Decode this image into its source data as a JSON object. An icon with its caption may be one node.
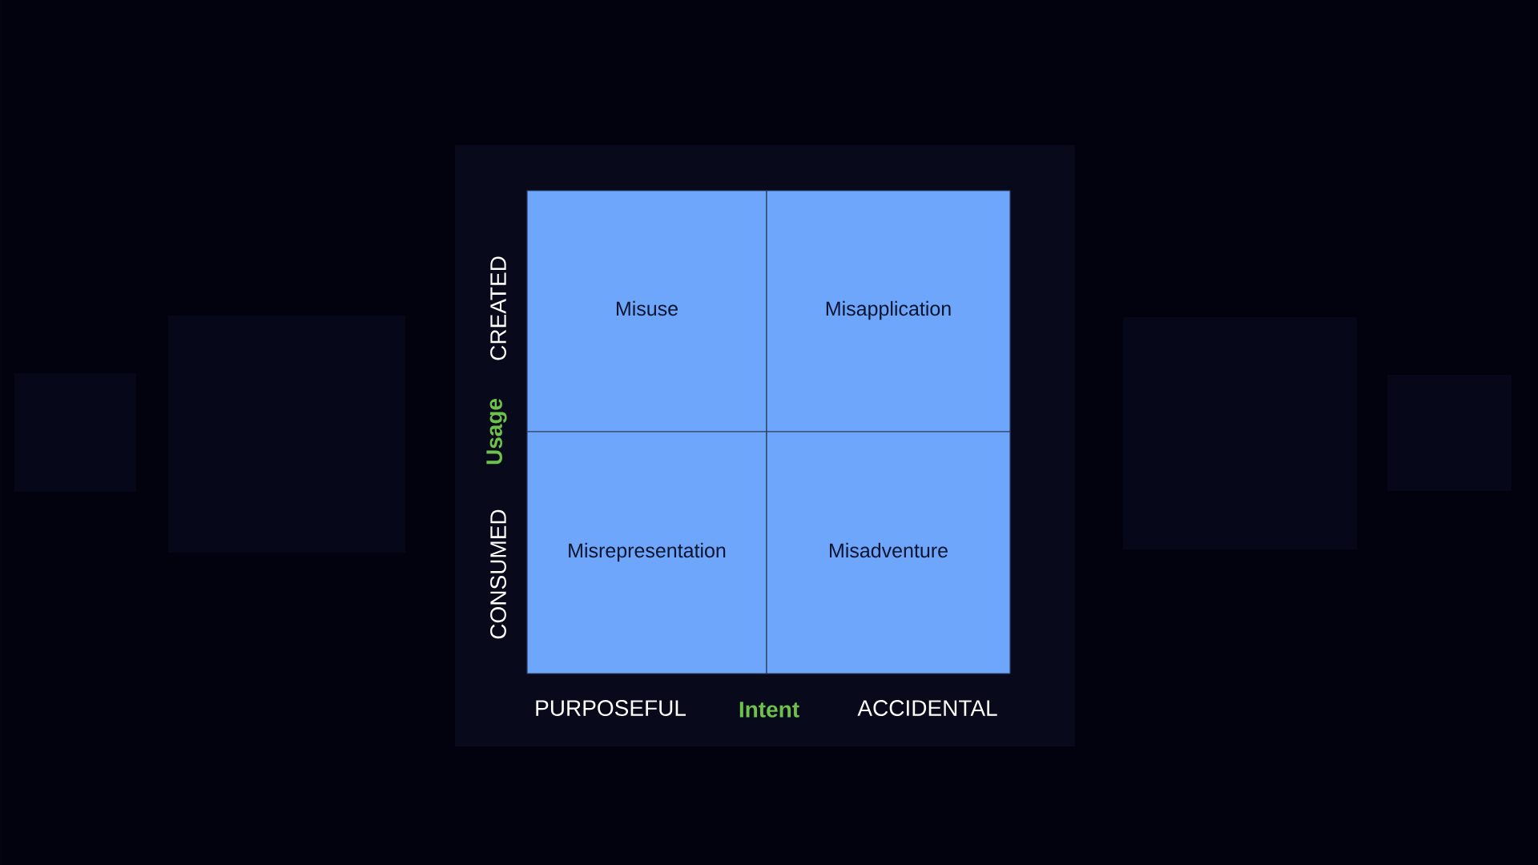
{
  "diagram": {
    "nodes": [
      {
        "text": [
          "Misuse"
        ]
      },
      {
        "text": [
          "Misapplication"
        ]
      },
      {
        "text": [
          "Misrepresentation"
        ]
      },
      {
        "text": [
          "Misadventure"
        ]
      },
      {
        "text": [],
        "shape": "box"
      },
      {
        "text": [],
        "shape": "box"
      },
      {
        "text": [],
        "shape": "box"
      },
      {
        "text": [],
        "shape": "box"
      }
    ],
    "labels": [
      "CREATED",
      "Usage",
      "CONSUMED",
      "PURPOSEFUL",
      "Intent",
      "ACCIDENTAL"
    ]
  }
}
